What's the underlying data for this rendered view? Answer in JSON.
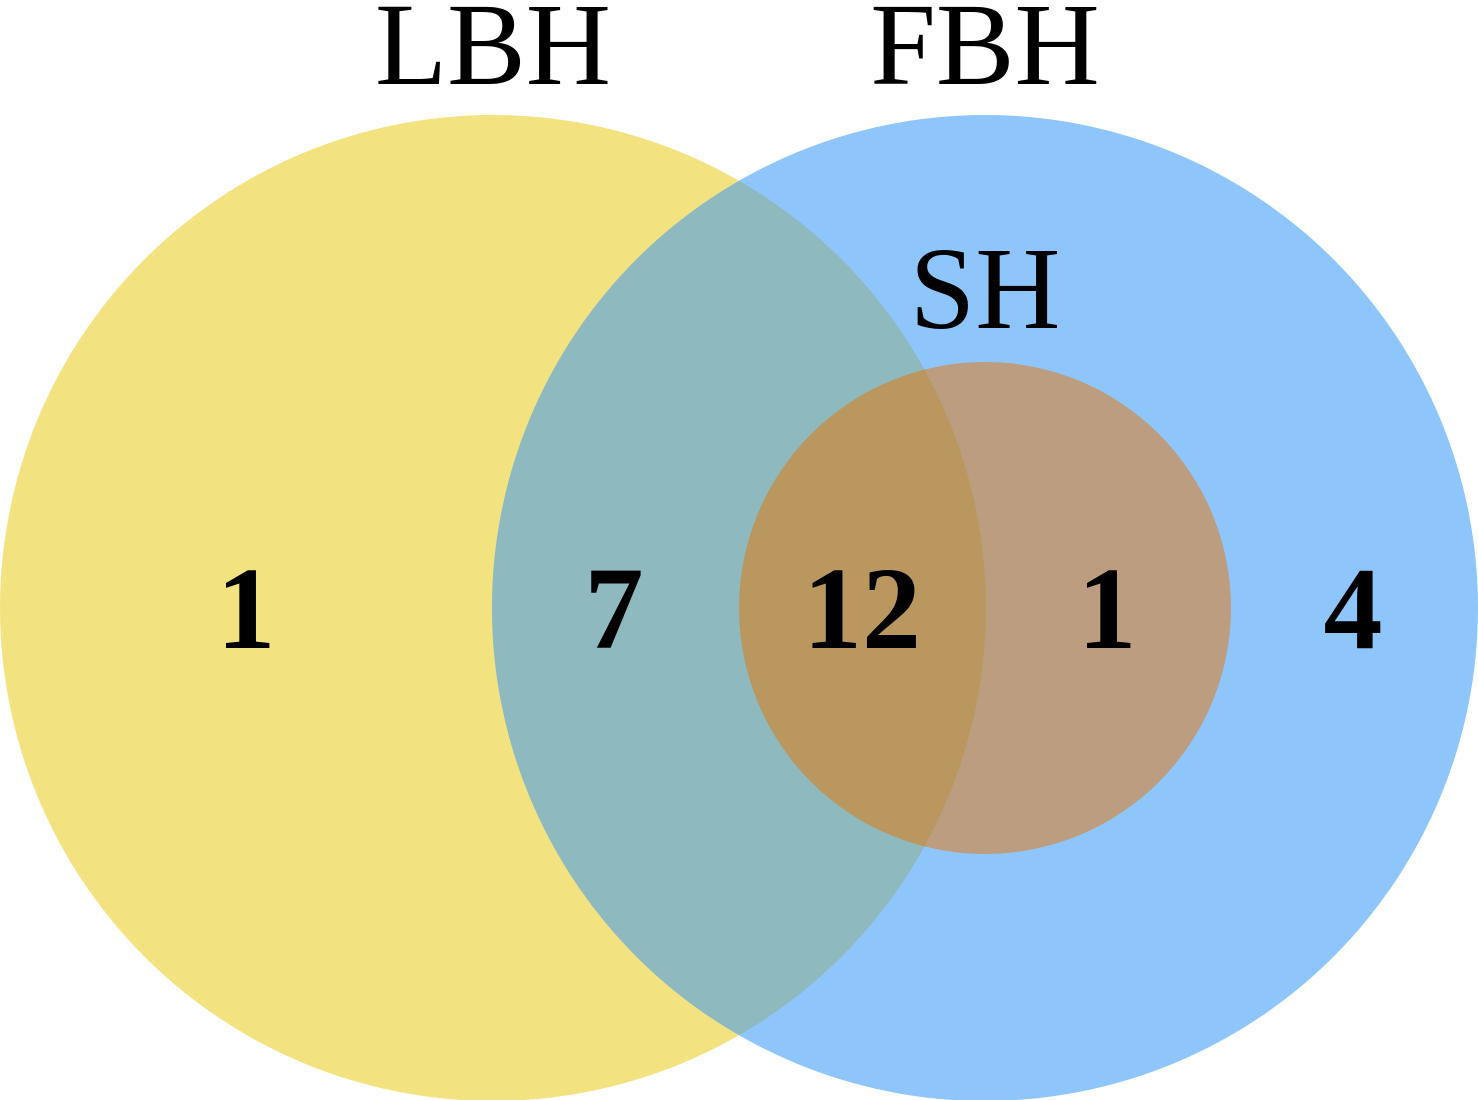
{
  "diagram": {
    "type": "venn",
    "sets": {
      "lbh": {
        "label": "LBH",
        "color": "#f3e380"
      },
      "fbh": {
        "label": "FBH",
        "color": "#8ec6fc"
      },
      "sh": {
        "label": "SH",
        "color": "#bc9d7f"
      }
    },
    "overlap_colors": {
      "lbh_fbh": "#8db9bf",
      "lbh_fbh_sh": "#b9975f"
    },
    "regions": {
      "lbh_only": "1",
      "lbh_fbh": "7",
      "lbh_fbh_sh": "12",
      "fbh_sh": "1",
      "fbh_only": "4"
    }
  }
}
